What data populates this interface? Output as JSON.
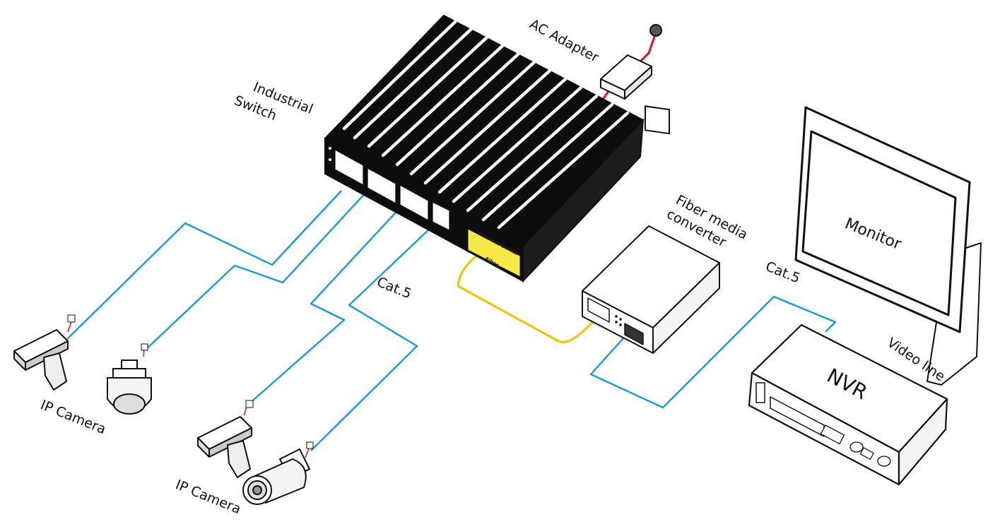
{
  "labels": {
    "industrial_switch_line1": "Industrial",
    "industrial_switch_line2": "Switch",
    "ac_adapter": "AC Adapter",
    "fiber_media_converter_line1": "Fiber media",
    "fiber_media_converter_line2": "converter",
    "monitor": "Monitor",
    "nvr": "NVR",
    "video_line": "Video line",
    "cat5_left": "Cat.5",
    "cat5_right": "Cat.5",
    "ip_camera_top": "IP Camera",
    "ip_camera_bottom": "IP Camera"
  },
  "switch_panel": {
    "fiber_port_label": "Fiber",
    "panel_text": "Ethernet Switch"
  },
  "colors": {
    "ethernet_cable": "#1a9ad6",
    "fiber_cable": "#f2c400",
    "power_cable": "#e0141c",
    "device_black": "#0d0d0d",
    "outline": "#111111"
  }
}
